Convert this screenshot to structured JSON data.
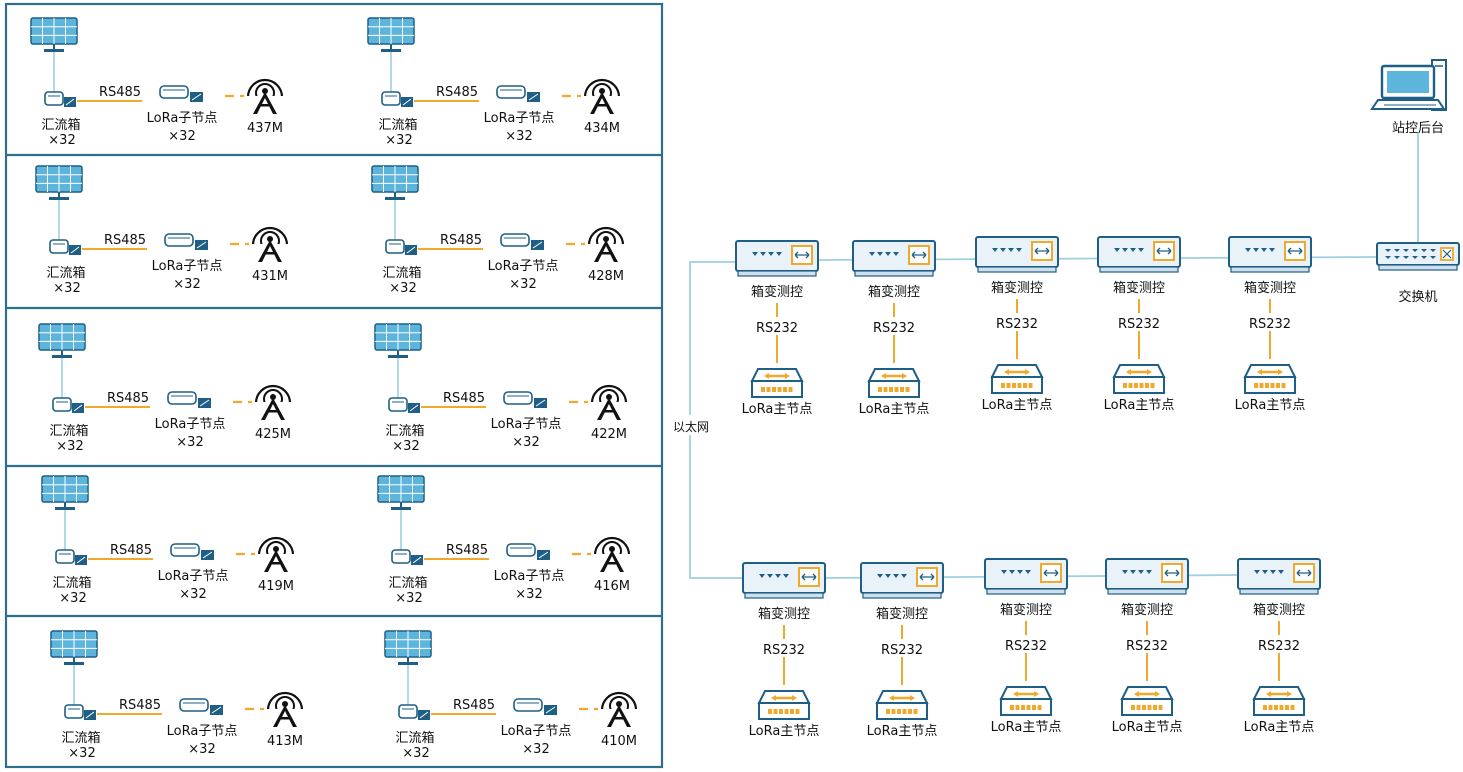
{
  "colors": {
    "frame": "#2e6f8e",
    "device_stroke": "#1f5f86",
    "device_fill": "#e9f2f8",
    "accent": "#f0a92c",
    "link": "#9fd0e0",
    "text": "#111111"
  },
  "icons": {
    "panel": "solar-panel-icon",
    "combiner": "combiner-box-icon",
    "subnode": "lora-subnode-icon",
    "tower": "radio-tower-icon",
    "box": "box-transformer-controller-icon",
    "master": "lora-master-icon",
    "switch": "network-switch-icon",
    "computer": "computer-icon"
  },
  "left_groups": [
    {
      "label_combiner": "汇流箱",
      "count_combiner": "×32",
      "rs485": "RS485",
      "label_subnode": "LoRa子节点",
      "count_subnode": "×32",
      "freq": "437M"
    },
    {
      "label_combiner": "汇流箱",
      "count_combiner": "×32",
      "rs485": "RS485",
      "label_subnode": "LoRa子节点",
      "count_subnode": "×32",
      "freq": "434M"
    },
    {
      "label_combiner": "汇流箱",
      "count_combiner": "×32",
      "rs485": "RS485",
      "label_subnode": "LoRa子节点",
      "count_subnode": "×32",
      "freq": "431M"
    },
    {
      "label_combiner": "汇流箱",
      "count_combiner": "×32",
      "rs485": "RS485",
      "label_subnode": "LoRa子节点",
      "count_subnode": "×32",
      "freq": "428M"
    },
    {
      "label_combiner": "汇流箱",
      "count_combiner": "×32",
      "rs485": "RS485",
      "label_subnode": "LoRa子节点",
      "count_subnode": "×32",
      "freq": "425M"
    },
    {
      "label_combiner": "汇流箱",
      "count_combiner": "×32",
      "rs485": "RS485",
      "label_subnode": "LoRa子节点",
      "count_subnode": "×32",
      "freq": "422M"
    },
    {
      "label_combiner": "汇流箱",
      "count_combiner": "×32",
      "rs485": "RS485",
      "label_subnode": "LoRa子节点",
      "count_subnode": "×32",
      "freq": "419M"
    },
    {
      "label_combiner": "汇流箱",
      "count_combiner": "×32",
      "rs485": "RS485",
      "label_subnode": "LoRa子节点",
      "count_subnode": "×32",
      "freq": "416M"
    },
    {
      "label_combiner": "汇流箱",
      "count_combiner": "×32",
      "rs485": "RS485",
      "label_subnode": "LoRa子节点",
      "count_subnode": "×32",
      "freq": "413M"
    },
    {
      "label_combiner": "汇流箱",
      "count_combiner": "×32",
      "rs485": "RS485",
      "label_subnode": "LoRa子节点",
      "count_subnode": "×32",
      "freq": "410M"
    }
  ],
  "ethernet_label": "以太网",
  "top_chain": [
    {
      "box": "箱变测控",
      "rs232": "RS232",
      "master": "LoRa主节点"
    },
    {
      "box": "箱变测控",
      "rs232": "RS232",
      "master": "LoRa主节点"
    },
    {
      "box": "箱变测控",
      "rs232": "RS232",
      "master": "LoRa主节点"
    },
    {
      "box": "箱变测控",
      "rs232": "RS232",
      "master": "LoRa主节点"
    },
    {
      "box": "箱变测控",
      "rs232": "RS232",
      "master": "LoRa主节点"
    }
  ],
  "bottom_chain": [
    {
      "box": "箱变测控",
      "rs232": "RS232",
      "master": "LoRa主节点"
    },
    {
      "box": "箱变测控",
      "rs232": "RS232",
      "master": "LoRa主节点"
    },
    {
      "box": "箱变测控",
      "rs232": "RS232",
      "master": "LoRa主节点"
    },
    {
      "box": "箱变测控",
      "rs232": "RS232",
      "master": "LoRa主节点"
    },
    {
      "box": "箱变测控",
      "rs232": "RS232",
      "master": "LoRa主节点"
    }
  ],
  "switch_label": "交换机",
  "computer_label": "站控后台"
}
